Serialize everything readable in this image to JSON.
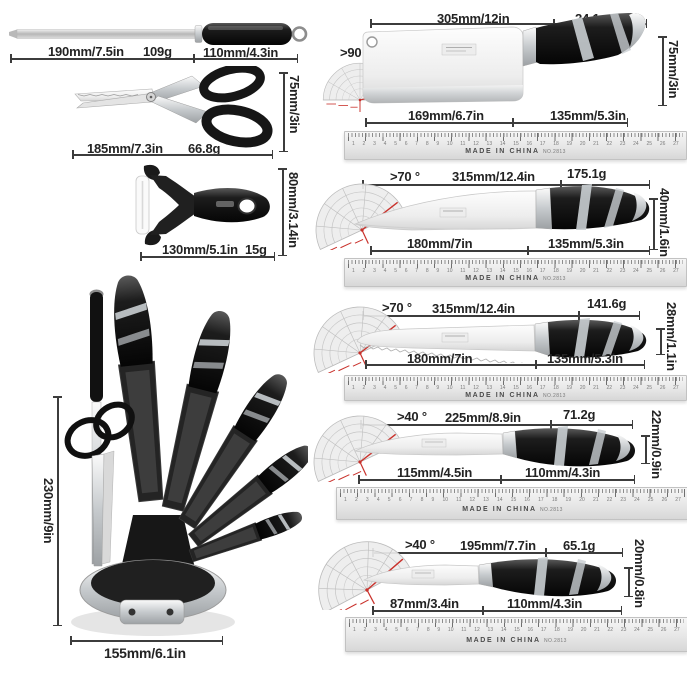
{
  "colors": {
    "dimension_text": "#232323",
    "red_accent": "#c9312b",
    "handle_black": "#121212",
    "blade_silver": "#ececec",
    "ruler_gray": "#e7e7e7"
  },
  "left_column": {
    "sharpening_rod": {
      "length_label": "190mm/7.5in",
      "weight_label": "109g",
      "handle_label": "110mm/4.3in"
    },
    "scissors": {
      "length_label": "185mm/7.3in",
      "weight_label": "66.8g",
      "height_label": "75mm/3in"
    },
    "peeler": {
      "length_label": "130mm/5.1in",
      "weight_label": "15g",
      "height_label": "80mm/3.14in"
    },
    "knife_block": {
      "height_label": "230mm/9in",
      "width_label": "155mm/6.1in"
    }
  },
  "knives": [
    {
      "id": "cleaver",
      "angle": ">90 °",
      "total_length": "305mm/12in",
      "weight": "24.1g",
      "blade_length": "169mm/6.7in",
      "handle_length": "135mm/5.3in",
      "blade_width": "75mm/3in"
    },
    {
      "id": "chef-knife",
      "angle": ">70 °",
      "total_length": "315mm/12.4in",
      "weight": "175.1g",
      "blade_length": "180mm/7in",
      "handle_length": "135mm/5.3in",
      "blade_width": "40mm/1.6in"
    },
    {
      "id": "bread-knife",
      "angle": ">70 °",
      "total_length": "315mm/12.4in",
      "weight": "141.6g",
      "blade_length": "180mm/7in",
      "handle_length": "135mm/5.3in",
      "blade_width": "28mm/1.1in"
    },
    {
      "id": "utility-knife",
      "angle": ">40 °",
      "total_length": "225mm/8.9in",
      "weight": "71.2g",
      "blade_length": "115mm/4.5in",
      "handle_length": "110mm/4.3in",
      "blade_width": "22mm/0.9in"
    },
    {
      "id": "paring-knife",
      "angle": ">40 °",
      "total_length": "195mm/7.7in",
      "weight": "65.1g",
      "blade_length": "87mm/3.4in",
      "handle_length": "110mm/4.3in",
      "blade_width": "20mm/0.8in"
    }
  ],
  "ruler": {
    "made_in_label": "MADE IN CHINA",
    "model_label": "NO.2813",
    "numbers": "1 2 3 4 5 6 7 8 9 10 11 12 13 14 15 16 17 18 19 20 21 22 23 24 25 26 27"
  }
}
